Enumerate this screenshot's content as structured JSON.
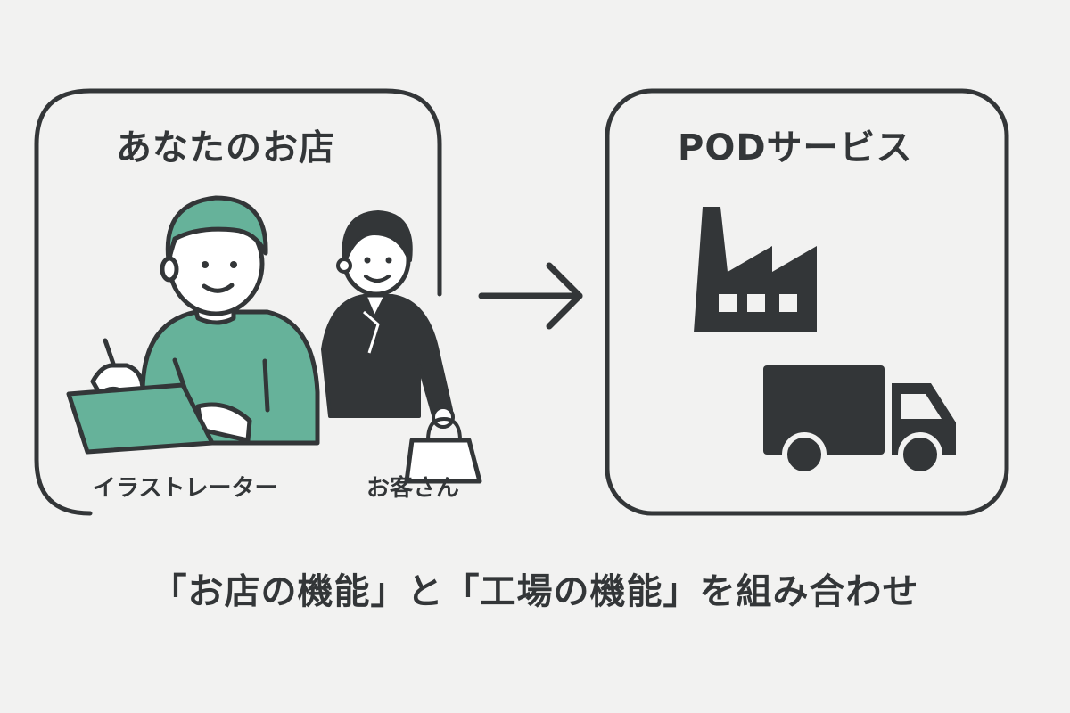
{
  "shop": {
    "title": "あなたのお店",
    "illustrator_label": "イラストレーター",
    "customer_label": "お客さん"
  },
  "pod": {
    "title": "PODサービス"
  },
  "caption": "「お店の機能」と「工場の機能」を組み合わせ",
  "colors": {
    "background": "#f2f2f1",
    "ink": "#333638",
    "accent_teal": "#66b29a"
  },
  "icons": [
    "illustrator-person-icon",
    "tablet-icon",
    "customer-person-icon",
    "shopping-bag-icon",
    "right-arrow-icon",
    "factory-icon",
    "truck-icon"
  ]
}
